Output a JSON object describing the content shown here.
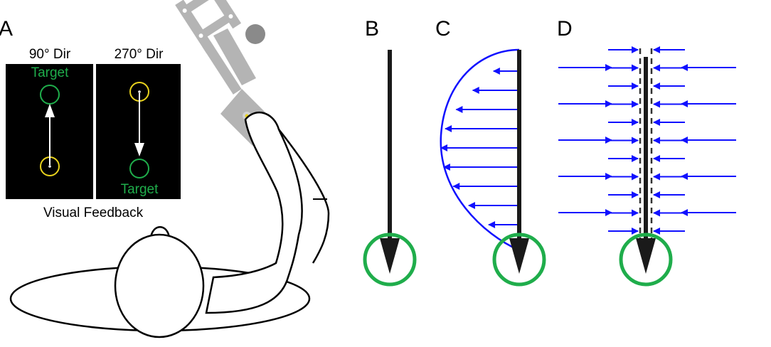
{
  "panels": {
    "a": {
      "letter": "A"
    },
    "b": {
      "letter": "B"
    },
    "c": {
      "letter": "C"
    },
    "d": {
      "letter": "D"
    }
  },
  "feedback": {
    "left_title": "90° Dir",
    "right_title": "270° Dir",
    "left_target": "Target",
    "right_target": "Target",
    "caption": "Visual Feedback"
  },
  "colors": {
    "background": "#ffffff",
    "screen": "#000000",
    "target_green": "#1fad4b",
    "start_yellow": "#e8d21d",
    "force_blue": "#1010ff",
    "robot_gray": "#b4b4b4",
    "joint_gray": "#8a8a8a",
    "arrow_black": "#1a1a1a"
  },
  "icons": {
    "robot": "robot-manipulandum-icon",
    "subject": "seated-subject-icon"
  }
}
